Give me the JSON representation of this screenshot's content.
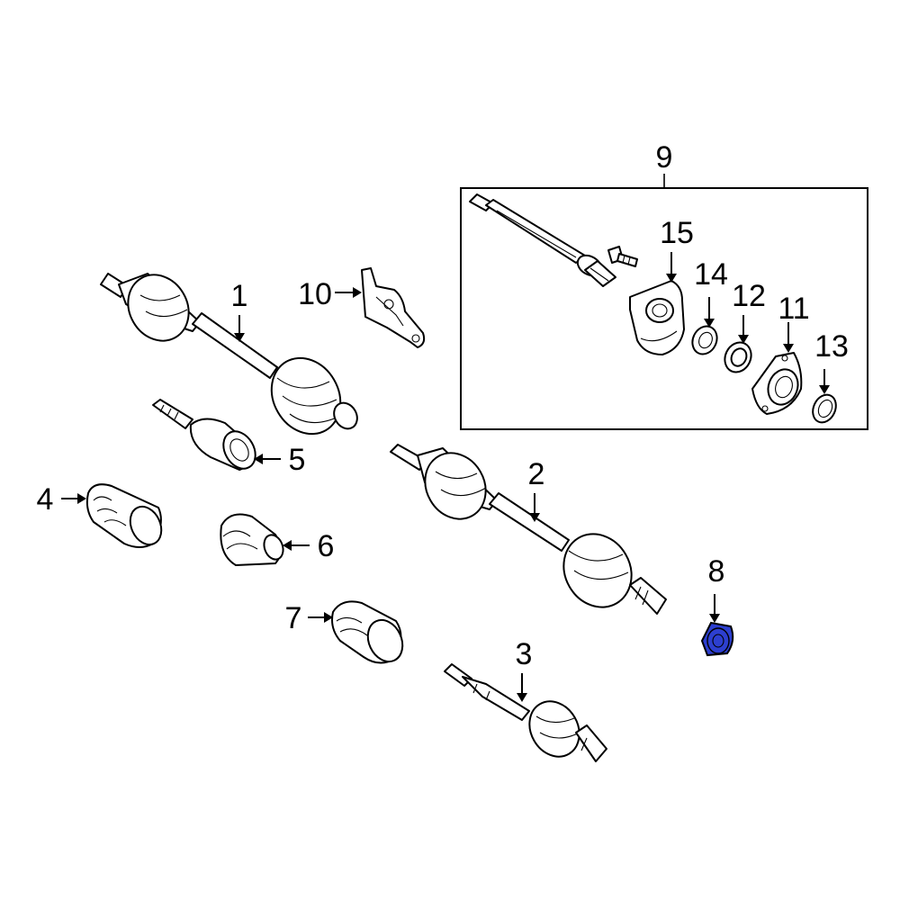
{
  "callouts": {
    "c1": "1",
    "c2": "2",
    "c3": "3",
    "c4": "4",
    "c5": "5",
    "c6": "6",
    "c7": "7",
    "c8": "8",
    "c9": "9",
    "c10": "10",
    "c11": "11",
    "c12": "12",
    "c13": "13",
    "c14": "14",
    "c15": "15"
  },
  "colors": {
    "highlight": "#2d3fd0",
    "outline": "#000000",
    "background": "#ffffff"
  },
  "highlighted_part": "8"
}
